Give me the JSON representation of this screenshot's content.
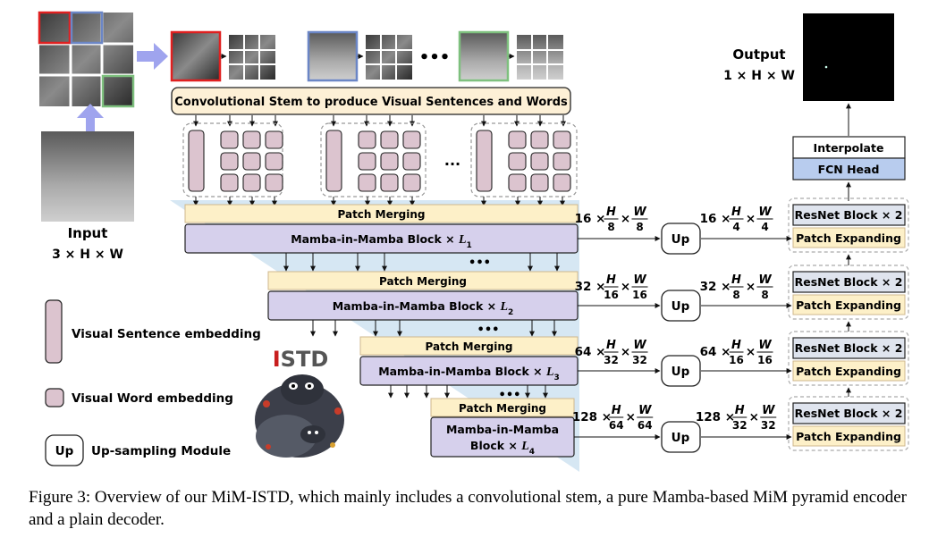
{
  "colors": {
    "stem_fill": "#fdf0d6",
    "merge_fill": "#fdf0c8",
    "mim_fill": "#d6d0ec",
    "embed_fill": "#dcc4cf",
    "resnet_fill": "#dfe4ee",
    "fcn_fill": "#b8ccee",
    "pyramid_bg": "#cfe3f1",
    "arrow_blue": "#9fa4ee",
    "red": "#e02020",
    "blue": "#6b86c6",
    "green": "#7ec07e"
  },
  "input": {
    "label": "Input",
    "dims": "3 × H × W"
  },
  "output": {
    "label": "Output",
    "dims": "1 × H × W"
  },
  "stem": {
    "label": "Convolutional Stem to produce Visual Sentences and Words"
  },
  "ellipsis": "•••",
  "ellipsis_mid": "...",
  "encoder": [
    {
      "merge": "Patch Merging",
      "mim_text": "Mamba-in-Mamba Block × ",
      "mim_sub": "1",
      "dims": "16 × H/8 × W/8"
    },
    {
      "merge": "Patch Merging",
      "mim_text": "Mamba-in-Mamba Block × ",
      "mim_sub": "2",
      "dims": "32 × H/16 × W/16"
    },
    {
      "merge": "Patch Merging",
      "mim_text": "Mamba-in-Mamba Block × ",
      "mim_sub": "3",
      "dims": "64 × H/32 × W/32"
    },
    {
      "merge": "Patch Merging",
      "mim_line1": "Mamba-in-Mamba",
      "mim_text": "Block × ",
      "mim_sub": "4",
      "dims": "128 × H/64 × W/64"
    }
  ],
  "decoder": [
    {
      "dims": "16 × H/4 × W/4",
      "resnet": "ResNet Block × 2",
      "expand": "Patch Expanding"
    },
    {
      "dims": "32 × H/8 × W/8",
      "resnet": "ResNet Block × 2",
      "expand": "Patch Expanding"
    },
    {
      "dims": "64 × H/16 × W/16",
      "resnet": "ResNet Block × 2",
      "expand": "Patch Expanding"
    },
    {
      "dims": "128 × H/32 × W/32",
      "resnet": "ResNet Block × 2",
      "expand": "Patch Expanding"
    }
  ],
  "up_label": "Up",
  "head": {
    "interpolate": "Interpolate",
    "fcn": "FCN Head"
  },
  "legend": {
    "sentence": "Visual Sentence embedding",
    "word": "Visual Word embedding",
    "up": "Up",
    "up_desc": "Up-sampling Module"
  },
  "logo": {
    "text": "ISTD",
    "accent_letter": "I"
  },
  "caption": "Figure 3: Overview of our MiM-ISTD, which mainly includes a convolutional stem, a pure Mamba-based MiM pyramid encoder and a plain decoder."
}
